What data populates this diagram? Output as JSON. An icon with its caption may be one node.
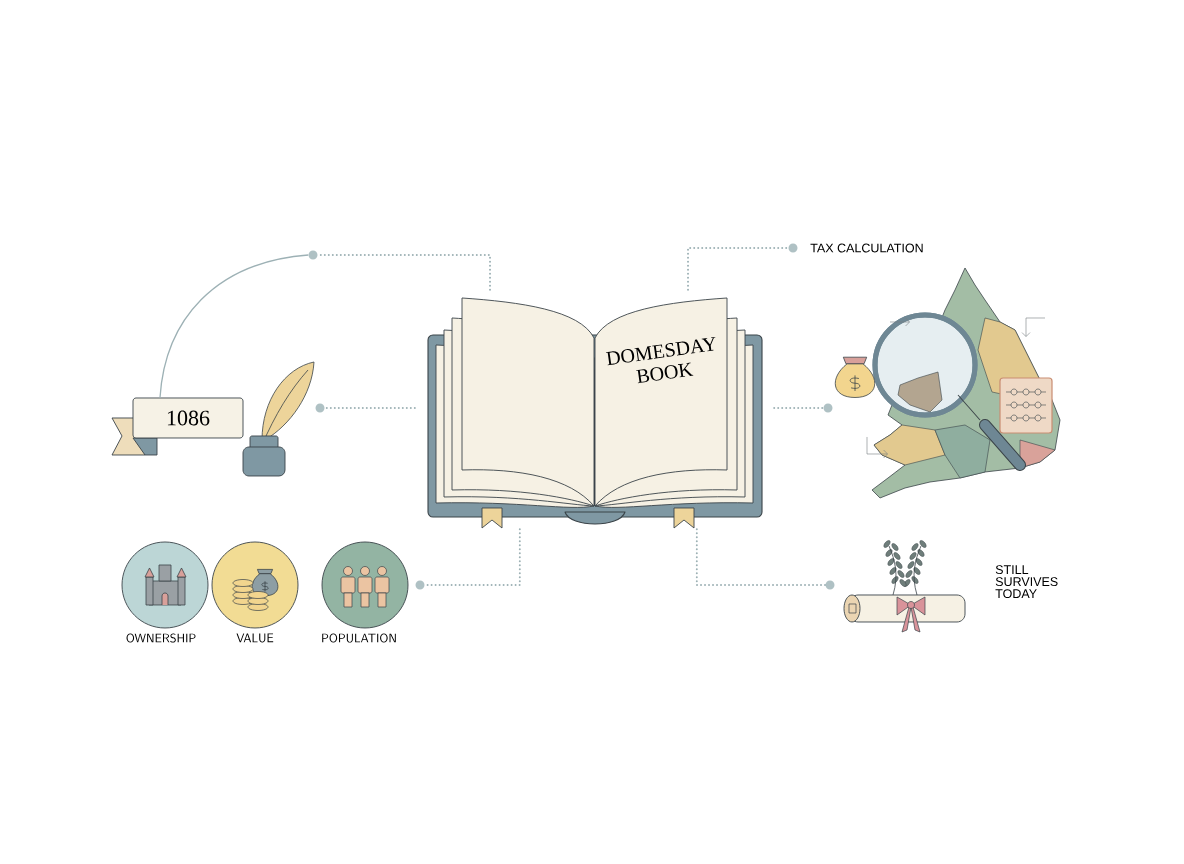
{
  "diagram": {
    "nodes": [
      {
        "text": [
          "DOMESDAY BOOK"
        ]
      },
      {
        "text": [
          "1086"
        ]
      },
      {
        "text": [],
        "shape": "picture"
      },
      {
        "text": [
          "OWNERSHIP"
        ]
      },
      {
        "text": [
          "VALUE"
        ]
      },
      {
        "text": [
          "POPULATION"
        ]
      },
      {
        "text": [
          "TAX CALCULATION"
        ]
      },
      {
        "text": [],
        "shape": "picture"
      },
      {
        "text": [],
        "shape": "picture",
        "beside": [
          "STILL SURVIVES TODAY"
        ]
      },
      {
        "text": [],
        "shape": "circle"
      },
      {
        "text": [],
        "shape": "circle"
      },
      {
        "text": [],
        "shape": "circle"
      },
      {
        "text": [],
        "shape": "circle"
      },
      {
        "text": [],
        "shape": "circle"
      },
      {
        "text": [],
        "shape": "circle"
      }
    ],
    "edges": [
      {
        "from": 0,
        "to": 9,
        "arrow": "none",
        "style": "dashed"
      },
      {
        "from": 9,
        "to": 1,
        "arrow": "none"
      },
      {
        "from": 0,
        "to": 10,
        "arrow": "none",
        "style": "dashed"
      },
      {
        "from": 0,
        "to": 11,
        "arrow": "none",
        "style": "dashed"
      },
      {
        "from": 0,
        "to": 12,
        "arrow": "none",
        "style": "dashed"
      },
      {
        "from": 0,
        "to": 13,
        "arrow": "none",
        "style": "dashed"
      },
      {
        "from": 0,
        "to": 14,
        "arrow": "none",
        "style": "dashed"
      }
    ]
  }
}
